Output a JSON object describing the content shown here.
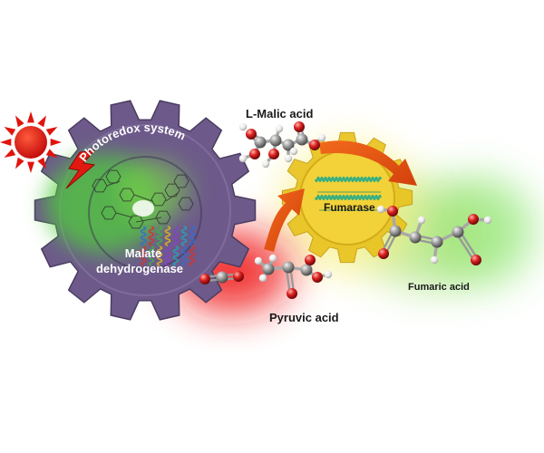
{
  "labels": {
    "photoredox": "Photoredox system",
    "malate_dh_line1": "Malate",
    "malate_dh_line2": "dehydrogenase",
    "l_malic": "L-Malic acid",
    "fumarase": "Fumarase",
    "fumaric": "Fumaric acid",
    "pyruvic": "Pyruvic acid"
  },
  "colors": {
    "gear_left": "#6d5a8a",
    "gear_right": "#e8c21c",
    "sun": "#e0140c",
    "arrow": "#e65c14",
    "glow_green": "#5cd43c",
    "glow_red": "#f01818",
    "glow_yellow": "#f7e85a",
    "carbon": "#8c8c8c",
    "oxygen": "#d81e1e",
    "hydrogen": "#f4f4f4"
  },
  "icons": [
    "sun-icon",
    "lightning-bolt-icon",
    "gear-icon",
    "molecule-icon",
    "curved-arrow-icon",
    "protein-icon"
  ]
}
